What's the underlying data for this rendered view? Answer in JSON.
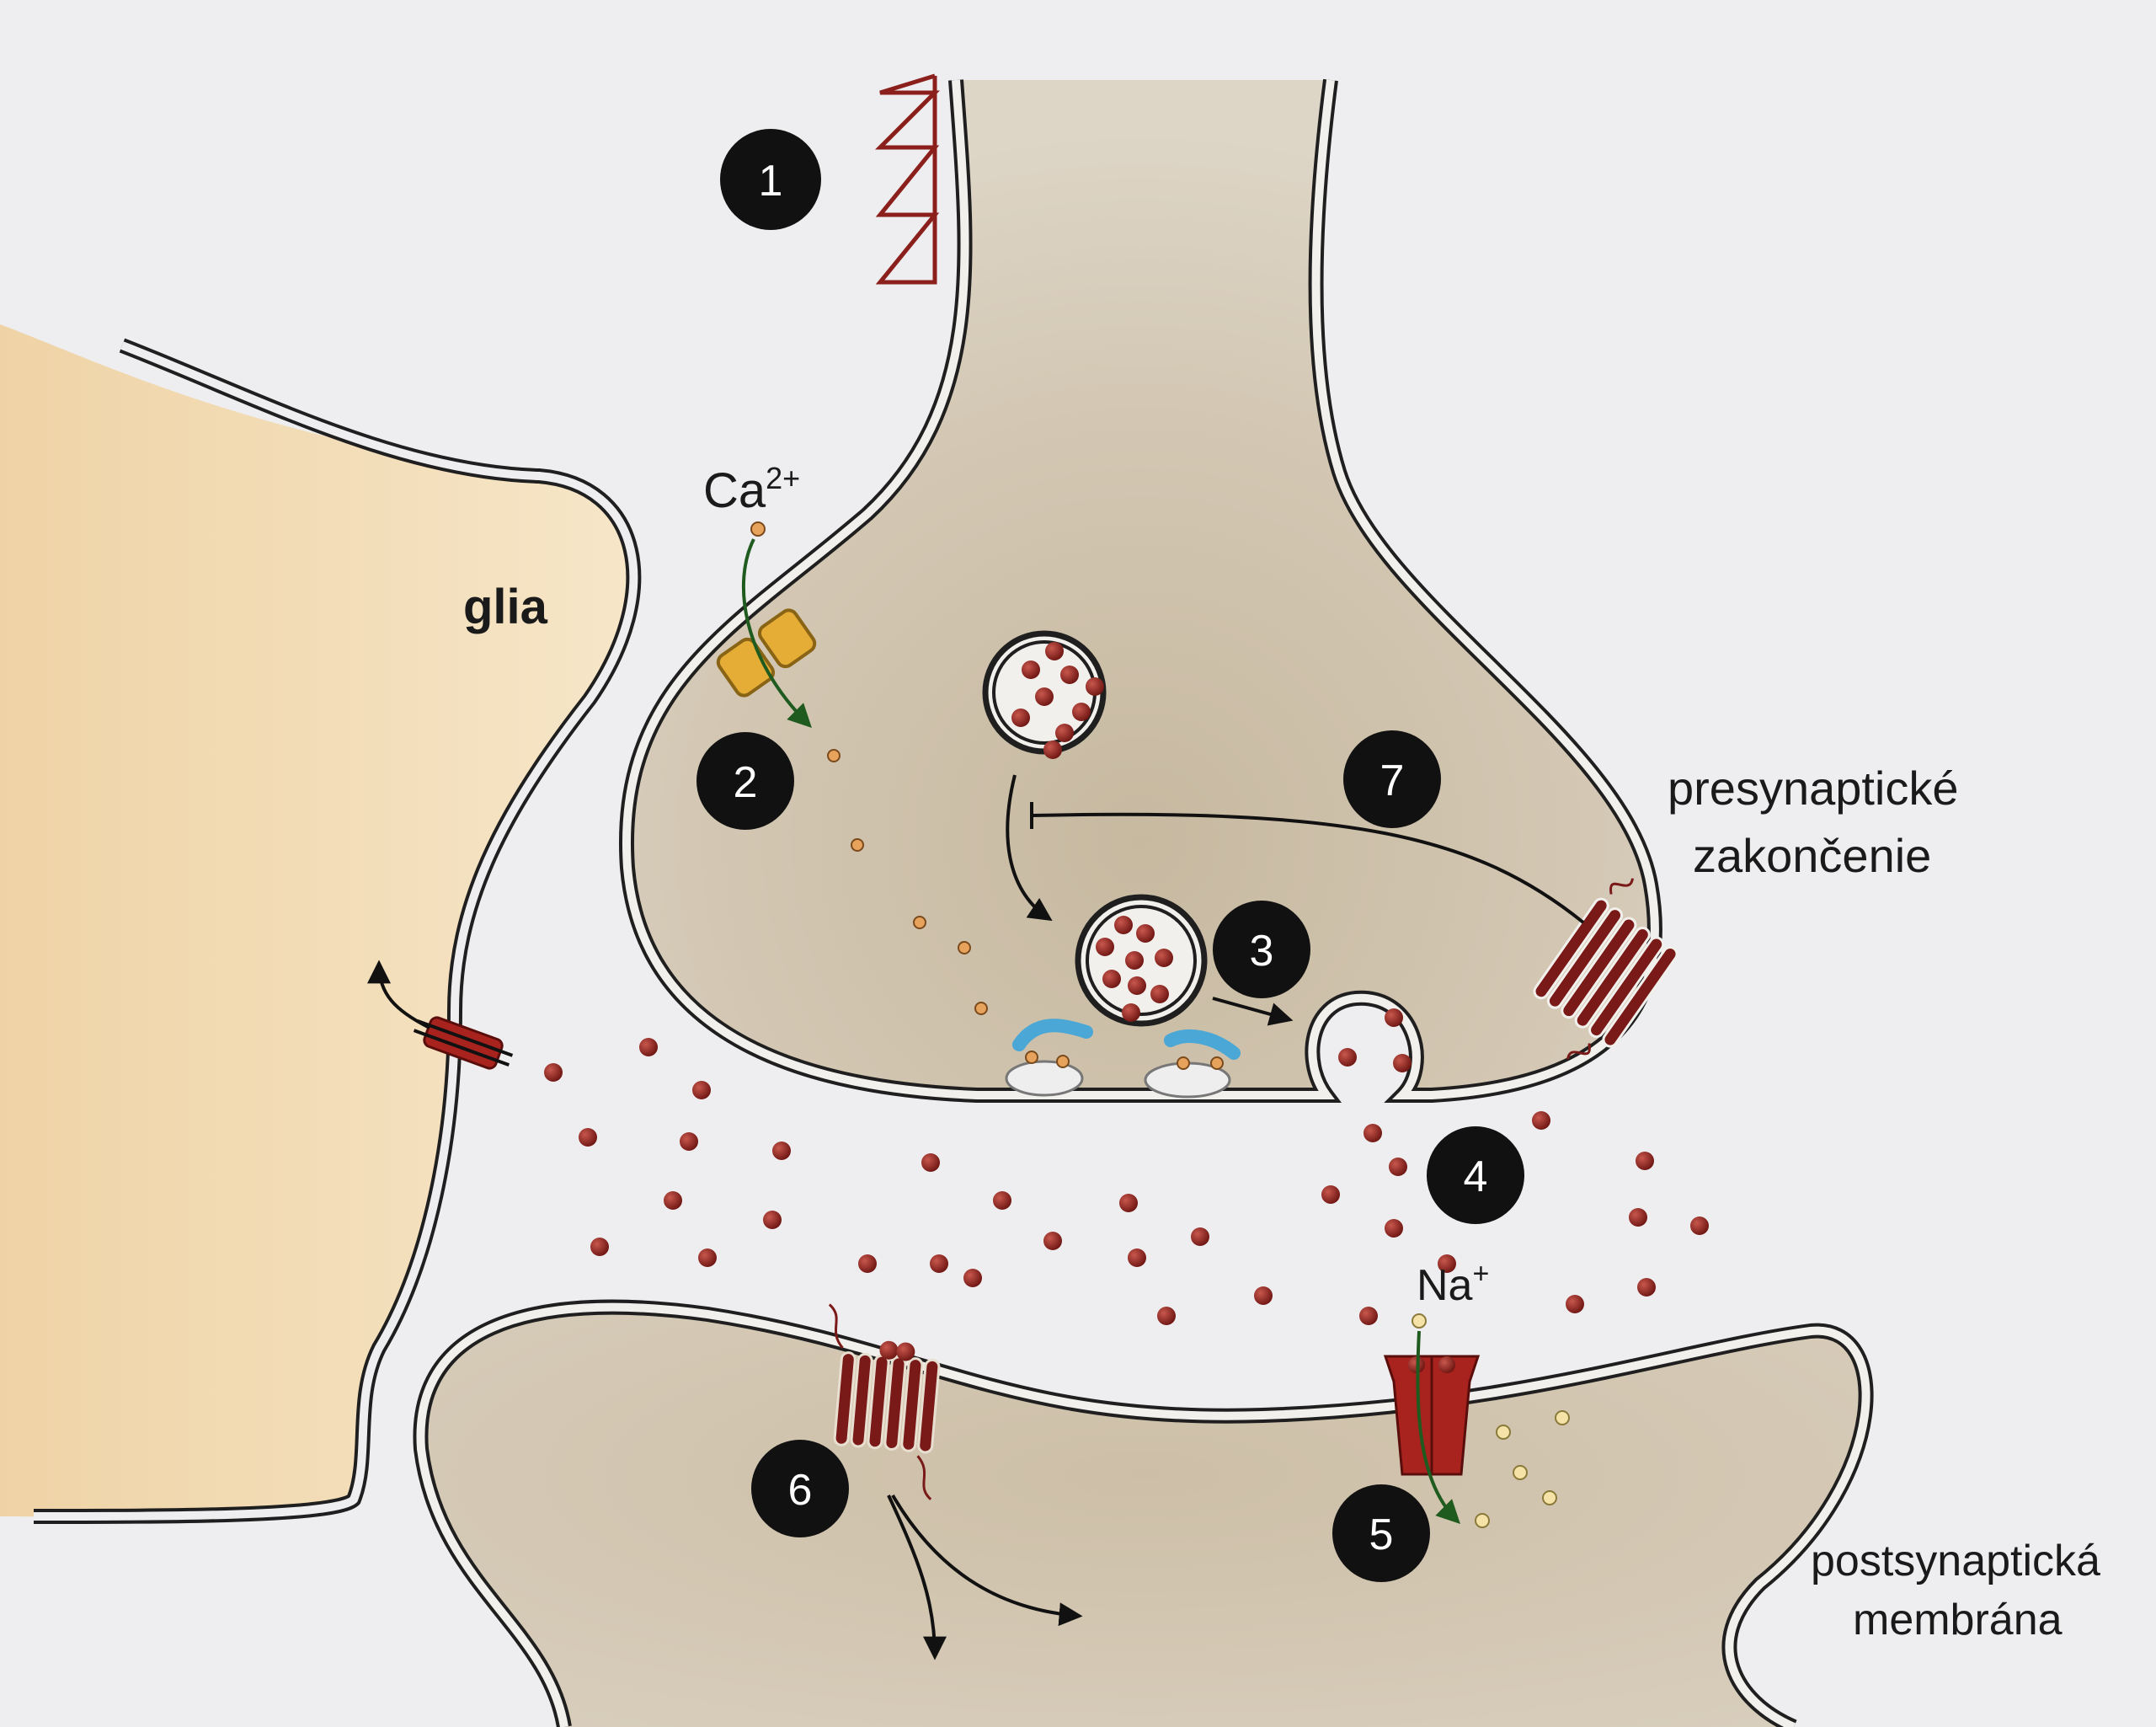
{
  "labels": {
    "glia": "glia",
    "calcium": "Ca",
    "calcium_charge": "2+",
    "sodium": "Na",
    "sodium_charge": "+",
    "presynaptic_line1": "presynaptické",
    "presynaptic_line2": "zakončenie",
    "postsynaptic_line1": "postsynaptická",
    "postsynaptic_line2": "membrána"
  },
  "steps": [
    "1",
    "2",
    "3",
    "4",
    "5",
    "6",
    "7"
  ],
  "colors": {
    "background": "#eeeef0",
    "terminal_fill": "#d7ccbb",
    "terminal_shade": "#c8b99f",
    "glia_fill": "#f2dcb6",
    "membrane": "#1f1f1f",
    "neurotransmitter": "#8a1f1b",
    "receptor": "#7a1a18",
    "ca_channel": "#e5ad36",
    "sodium_ion": "#f4e2a6",
    "snare_blue": "#4aa7d6",
    "step_badge": "#111111"
  }
}
